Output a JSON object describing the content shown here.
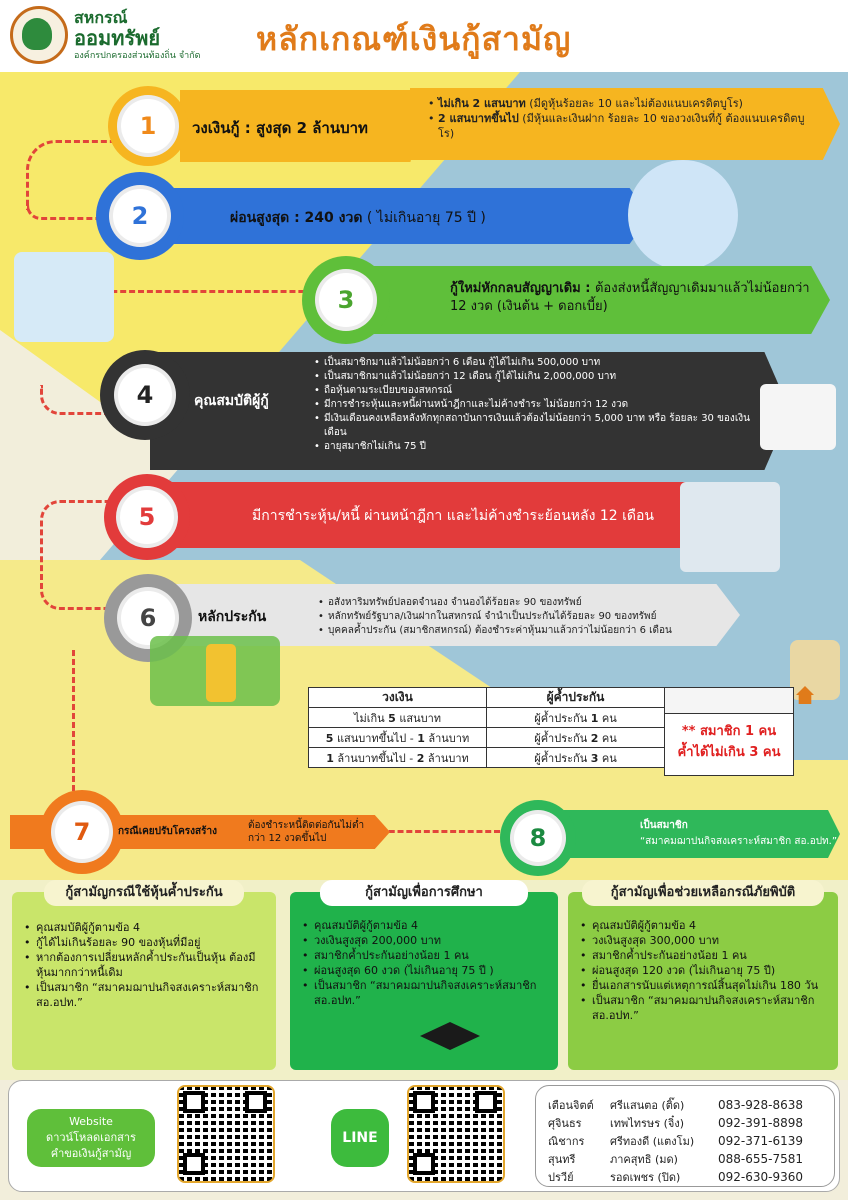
{
  "header": {
    "org_name_1": "สหกรณ์",
    "org_name_2": "ออมทรัพย์",
    "org_name_3": "องค์กรปกครองส่วนท้องถิ่น จำกัด",
    "title": "หลักเกณฑ์เงินกู้สามัญ"
  },
  "steps": [
    {
      "num": "1",
      "label": "วงเงินกู้ : สูงสุด 2  ล้านบาท",
      "color": "#f6b520",
      "items": [
        {
          "bold": "ไม่เกิน 2 แสนบาท",
          "rest": " (มีดูหุ้นร้อยละ 10 และไม่ต้องแนบเครดิตบูโร)"
        },
        {
          "bold": "2 แสนบาทขึ้นไป",
          "rest": " (มีหุ้นและเงินฝาก ร้อยละ 10 ของวงเงินที่กู้ ต้องแนบเครดิตบูโร)"
        }
      ]
    },
    {
      "num": "2",
      "label": "ผ่อนสูงสุด : 240 งวด",
      "label_rest": "  ( ไม่เกินอายุ 75 ปี )",
      "color": "#2f72d8"
    },
    {
      "num": "3",
      "bold": "กู้ใหม่หักกลบสัญญาเดิม : ",
      "rest": "ต้องส่งหนี้สัญญาเดิมมาแล้วไม่น้อยกว่า 12 งวด (เงินต้น + ดอกเบี้ย)",
      "color": "#5fbf3a"
    },
    {
      "num": "4",
      "label": "คุณสมบัติผู้กู้",
      "color": "#333333",
      "items": [
        "เป็นสมาชิกมาแล้วไม่น้อยกว่า 6 เดือน กู้ได้ไม่เกิน 500,000 บาท",
        "เป็นสมาชิกมาแล้วไม่น้อยกว่า 12 เดือน กู้ได้ไม่เกิน  2,000,000  บาท",
        "ถือหุ้นตามระเบียบของสหกรณ์",
        "มีการชำระหุ้นและหนี้ผ่านหน้าฎีกาและไม่ค้างชำระ ไม่น้อยกว่า 12 งวด",
        "มีเงินเดือนคงเหลือหลังหักทุกสถาบันการเงินแล้วต้องไม่น้อยกว่า 5,000 บาท หรือ ร้อยละ 30 ของเงินเดือน",
        "อายุสมาชิกไม่เกิน 75 ปี"
      ]
    },
    {
      "num": "5",
      "label": "มีการชำระหุ้น/หนี้ ผ่านหน้าฎีกา และไม่ค้างชำระย้อนหลัง 12 เดือน",
      "color": "#e23b3b"
    },
    {
      "num": "6",
      "label": "หลักประกัน",
      "color": "#888888",
      "items": [
        "อสังหาริมทรัพย์ปลอดจำนอง จำนองได้ร้อยละ 90 ของทรัพย์",
        "หลักทรัพย์รัฐบาล/เงินฝากในสหกรณ์ จำนำเป็นประกันได้ร้อยละ 90 ของทรัพย์",
        "บุคคลค้ำประกัน (สมาชิกสหกรณ์)  ต้องชำระค่าหุ้นมาแล้วกว่าไม่น้อยกว่า 6 เดือน"
      ]
    },
    {
      "num": "7",
      "label": "กรณีเคยปรับโครงสร้าง",
      "text": "ต้องชำระหนี้ติดต่อกันไม่ต่ำกว่า 12 งวดขึ้นไป",
      "color": "#f07a1e"
    },
    {
      "num": "8",
      "label": "เป็นสมาชิก",
      "text": "“สมาคมฌาปนกิจสงเคราะห์สมาชิก สอ.อปท.”",
      "color": "#2fb85a"
    }
  ],
  "guarantor_table": {
    "headers": [
      "วงเงิน",
      "ผู้ค้ำประกัน",
      ""
    ],
    "rows": [
      {
        "amount_a": "ไม่เกิน ",
        "amount_b": "5",
        "amount_c": " แสนบาท",
        "g_a": "ผู้ค้ำประกัน ",
        "g_b": "1",
        "g_c": " คน"
      },
      {
        "amount_a": "",
        "amount_b": "5",
        "amount_c": " แสนบาทขึ้นไป - ",
        "amount_d": "1",
        "amount_e": " ล้านบาท",
        "g_a": "ผู้ค้ำประกัน ",
        "g_b": "2",
        "g_c": " คน"
      },
      {
        "amount_a": "",
        "amount_b": "1",
        "amount_c": " ล้านบาทขึ้นไป - ",
        "amount_d": "2",
        "amount_e": " ล้านบาท",
        "g_a": "ผู้ค้ำประกัน ",
        "g_b": "3",
        "g_c": " คน"
      }
    ],
    "note_1": "** สมาชิก 1 คน",
    "note_2": "ค้ำได้ไม่เกิน 3 คน"
  },
  "cards": [
    {
      "title": "กู้สามัญกรณีใช้หุ้นค้ำประกัน",
      "color": "#c9e56a",
      "items": [
        "คุณสมบัติผู้กู้ตามข้อ 4",
        "กู้ได้ไม่เกินร้อยละ 90 ของหุ้นที่มีอยู่",
        "หากต้องการเปลี่ยนหลักค้ำประกันเป็นหุ้น ต้องมีหุ้นมากกว่าหนี้เดิม",
        "เป็นสมาชิก “สมาคมฌาปนกิจสงเคราะห์สมาชิก สอ.อปท.”"
      ]
    },
    {
      "title": "กู้สามัญเพื่อการศึกษา",
      "color": "#20b24b",
      "items": [
        "คุณสมบัติผู้กู้ตามข้อ 4",
        "วงเงินสูงสุด 200,000 บาท",
        "สมาชิกค้ำประกันอย่างน้อย 1 คน",
        "ผ่อนสูงสุด 60 งวด (ไม่เกินอายุ 75 ปี )",
        "เป็นสมาชิก “สมาคมฌาปนกิจสงเคราะห์สมาชิก สอ.อปท.”"
      ]
    },
    {
      "title": "กู้สามัญเพื่อช่วยเหลือกรณีภัยพิบัติ",
      "color": "#8ccc44",
      "items": [
        "คุณสมบัติผู้กู้ตามข้อ 4",
        "วงเงินสูงสุด 300,000 บาท",
        "สมาชิกค้ำประกันอย่างน้อย 1 คน",
        "ผ่อนสูงสุด 120 งวด (ไม่เกินอายุ 75 ปี)",
        "ยื่นเอกสารนับแต่เหตุการณ์สิ้นสุดไม่เกิน 180 วัน",
        "เป็นสมาชิก “สมาคมฌาปนกิจสงเคราะห์สมาชิก สอ.อปท.”"
      ]
    }
  ],
  "footer": {
    "website_1": "Website",
    "website_2": "ดาวน์โหลดเอกสาร",
    "website_3": "คำขอเงินกู้สามัญ",
    "line_label": "LINE",
    "contacts": [
      {
        "first": "เตือนจิตต์",
        "last": "ศรีแสนตอ (ติ๊ด)",
        "phone": "083-928-8638"
      },
      {
        "first": "ศุจินธร",
        "last": "เทพไทรษร (จิ๋ง)",
        "phone": "092-391-8898"
      },
      {
        "first": "ณิชากร",
        "last": "ศรีทองดี  (แตงโม)",
        "phone": "092-371-6139"
      },
      {
        "first": "สุนทรี",
        "last": "ภาคสุทธิ  (มด)",
        "phone": "088-655-7581"
      },
      {
        "first": "ปรวีย์",
        "last": "รอดเพชร  (ปิด)",
        "phone": "092-630-9360"
      }
    ]
  },
  "colors": {
    "orange": "#e07b1a",
    "green": "#1b6b2e",
    "yellow_bg": "#f7e96a",
    "blue_bg": "#9cc3d6"
  }
}
